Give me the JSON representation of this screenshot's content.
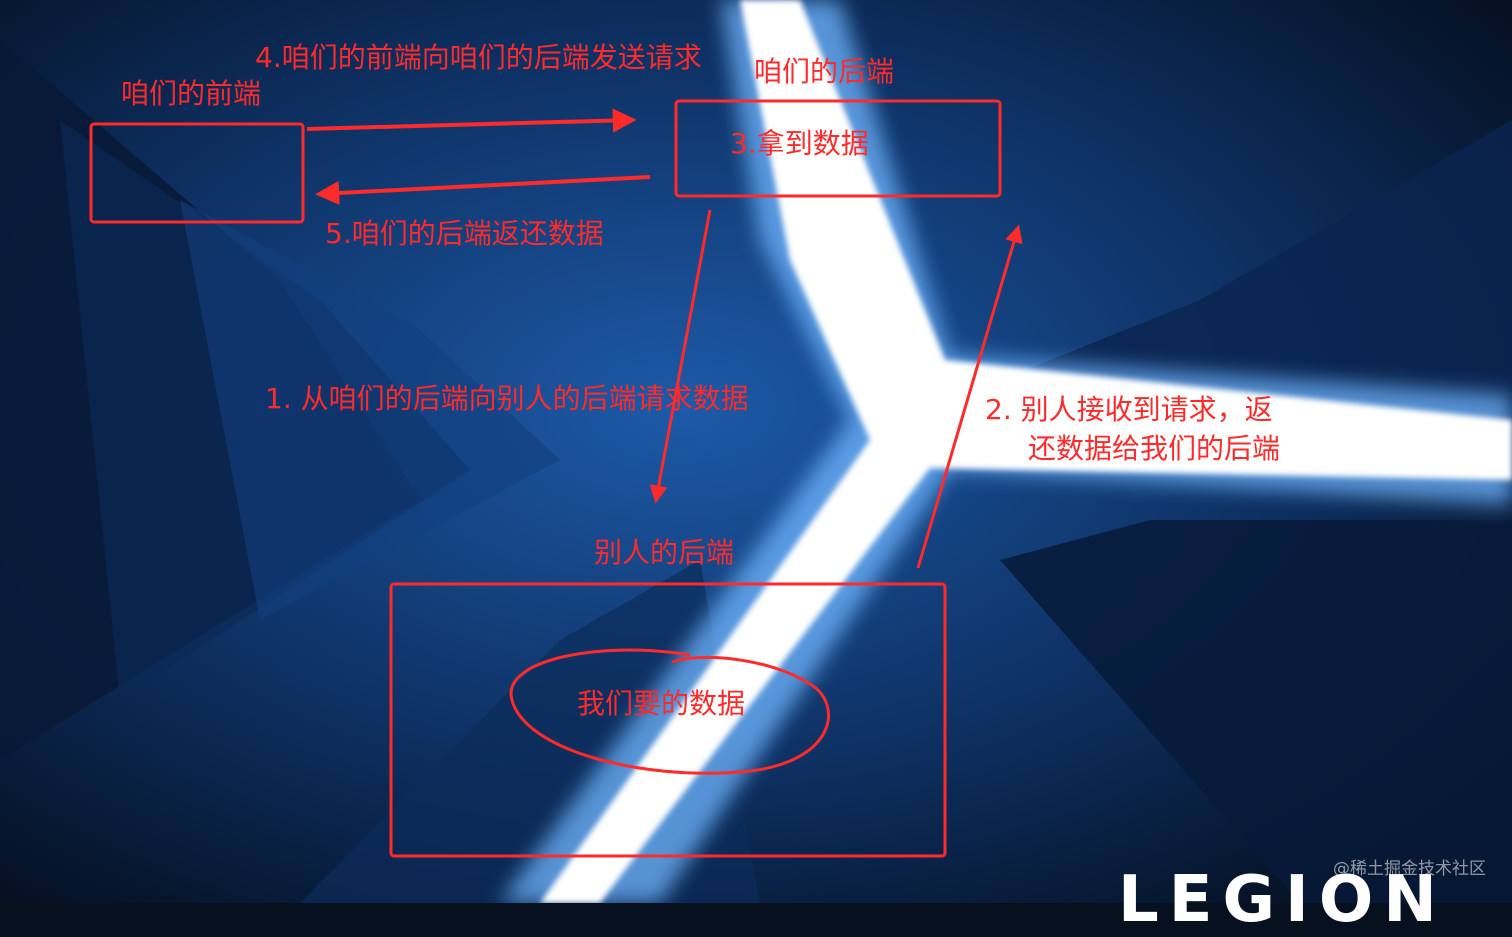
{
  "colors": {
    "annotation": "#ff2a2a",
    "background_dark": "#06101f",
    "background_blue": "#1d5aa8",
    "glow": "#ffffff"
  },
  "labels": {
    "step4": "4.咱们的前端向咱们的后端发送请求",
    "our_backend": "咱们的后端",
    "our_frontend": "咱们的前端",
    "step3": "3.拿到数据",
    "step5": "5.咱们的后端返还数据",
    "step1": "1.   从咱们的后端向别人的后端请求数据",
    "step2_line1": "2.  别人接收到请求，返",
    "step2_line2": "还数据给我们的后端",
    "other_backend": "别人的后端",
    "data_we_want": "我们要的数据"
  },
  "logo_text": "LEGION",
  "watermark": "@稀土掘金技术社区"
}
